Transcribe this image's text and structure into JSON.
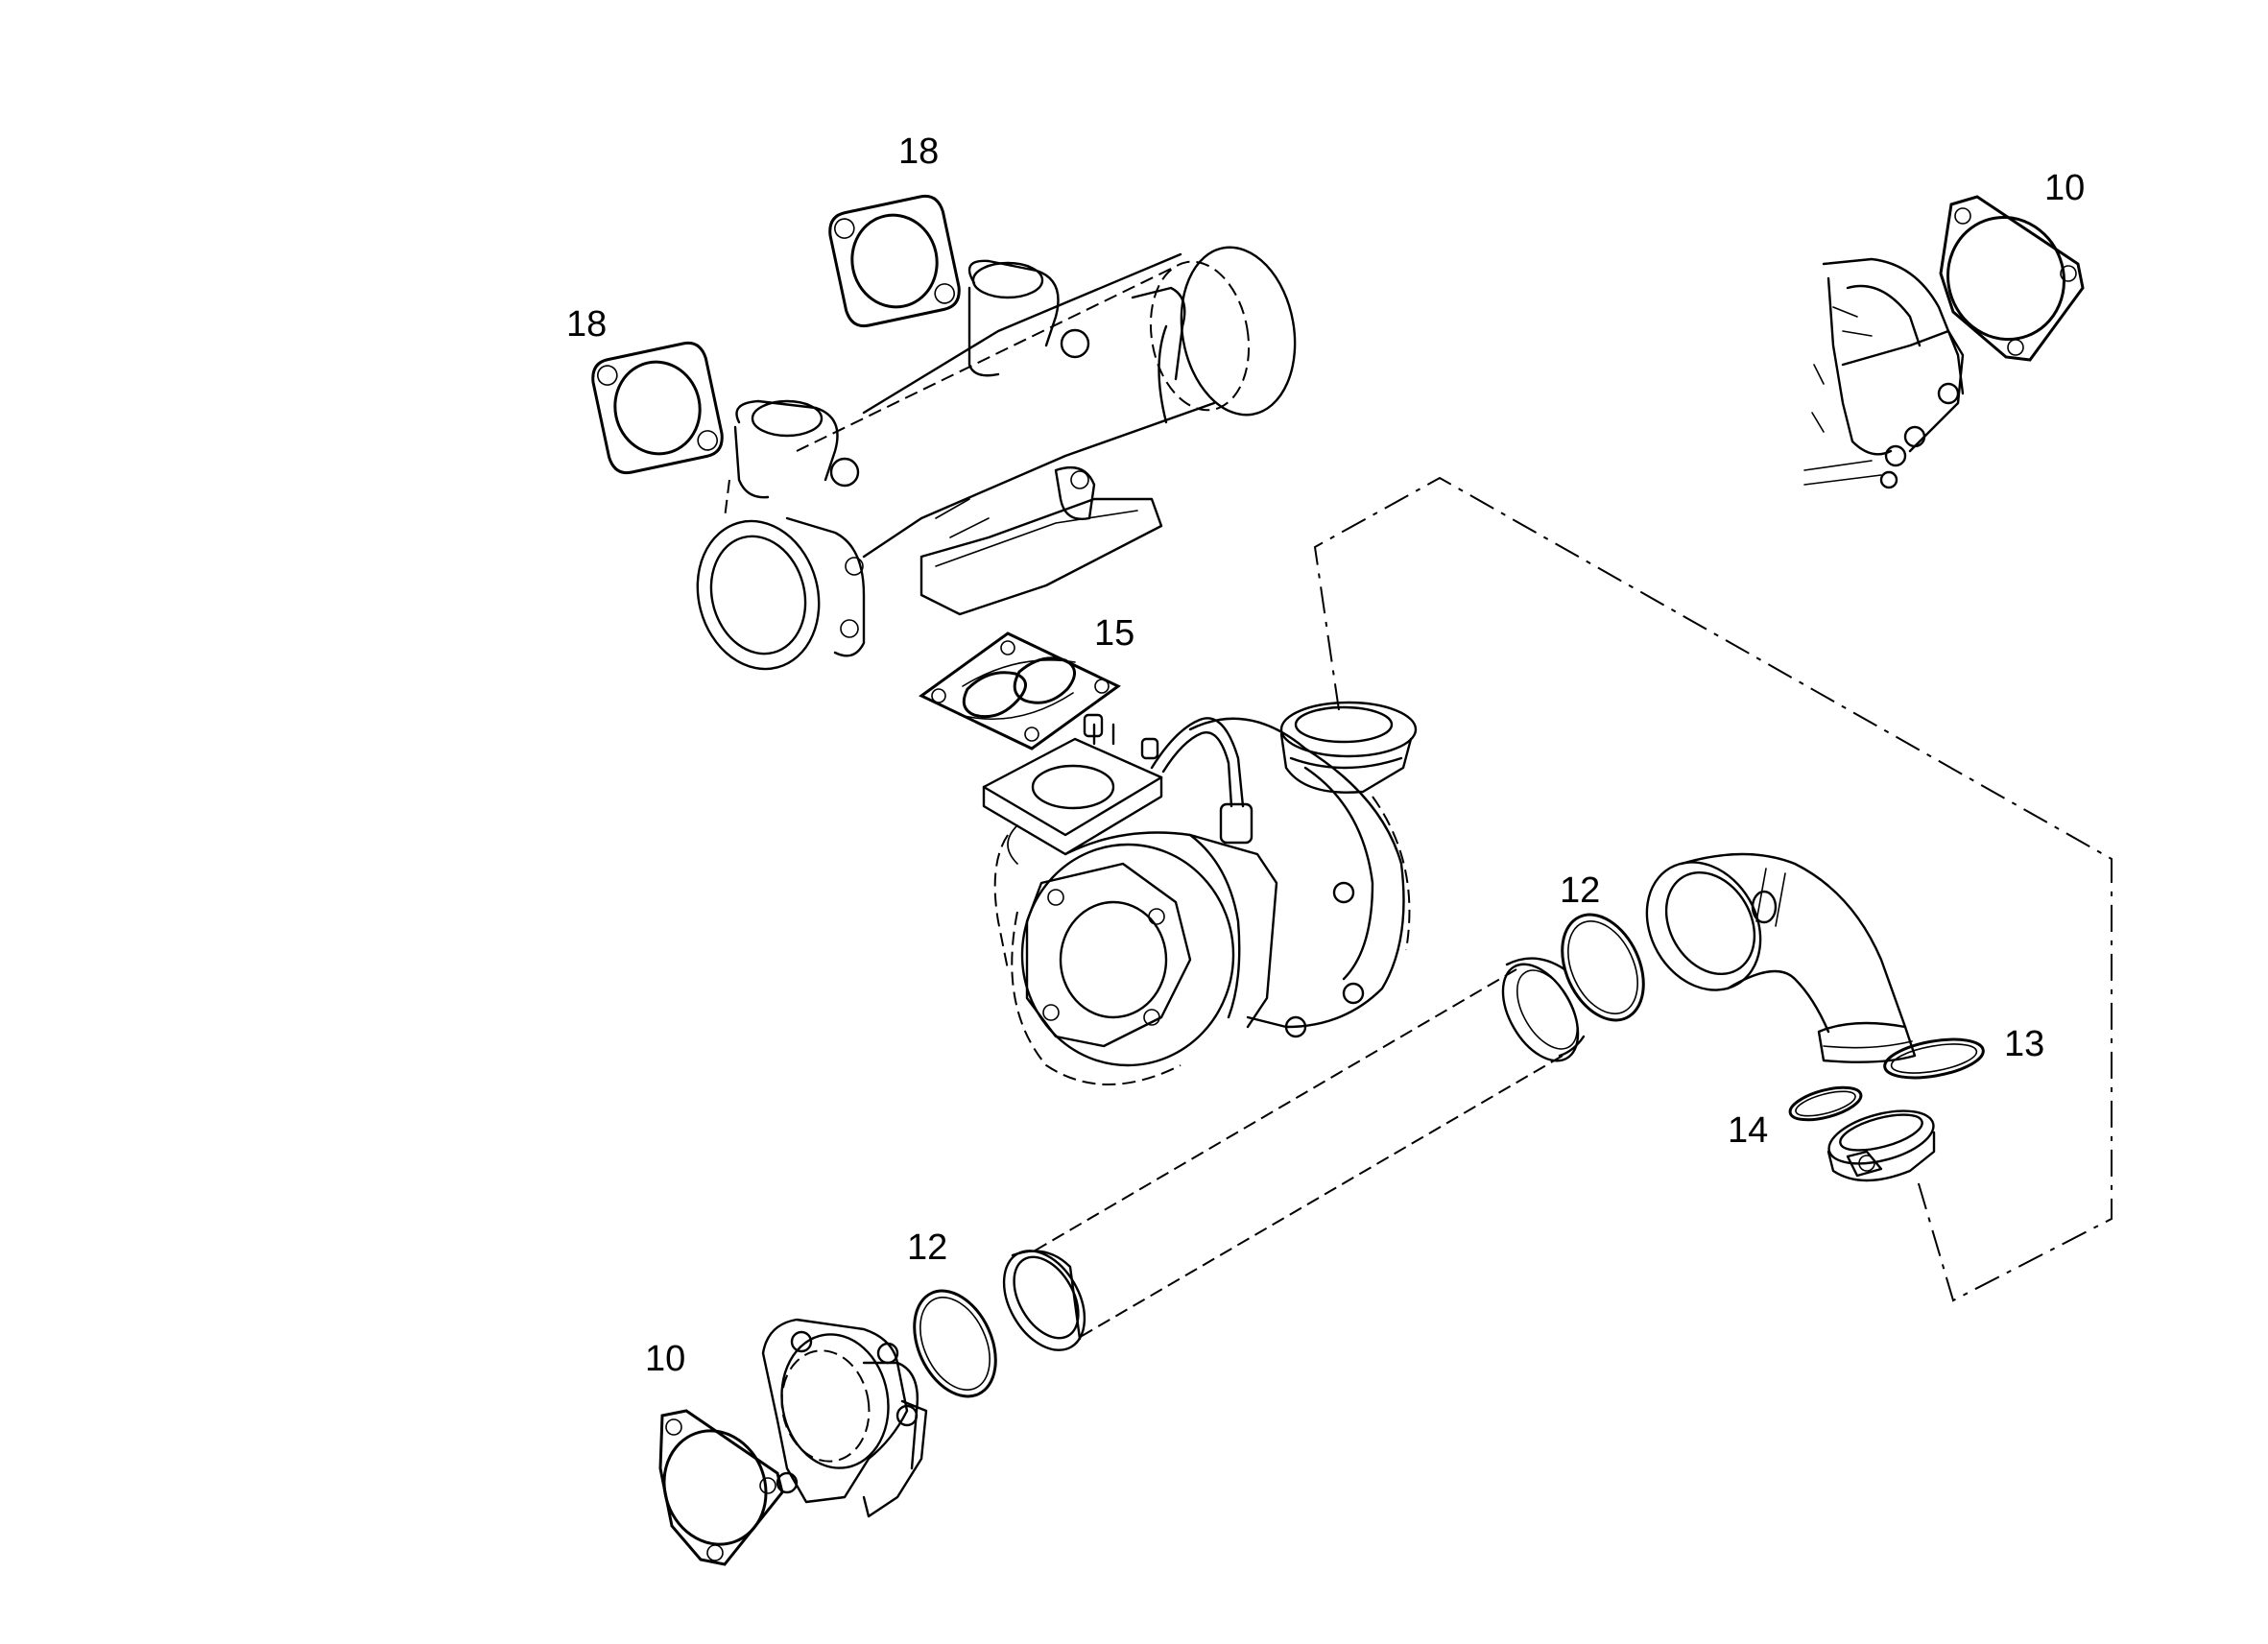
{
  "diagram": {
    "callouts": {
      "c18_top": "18",
      "c18_left": "18",
      "c10_top": "10",
      "c15": "15",
      "c12_mid": "12",
      "c13": "13",
      "c14": "14",
      "c12_bottom": "12",
      "c10_bottom": "10"
    }
  }
}
